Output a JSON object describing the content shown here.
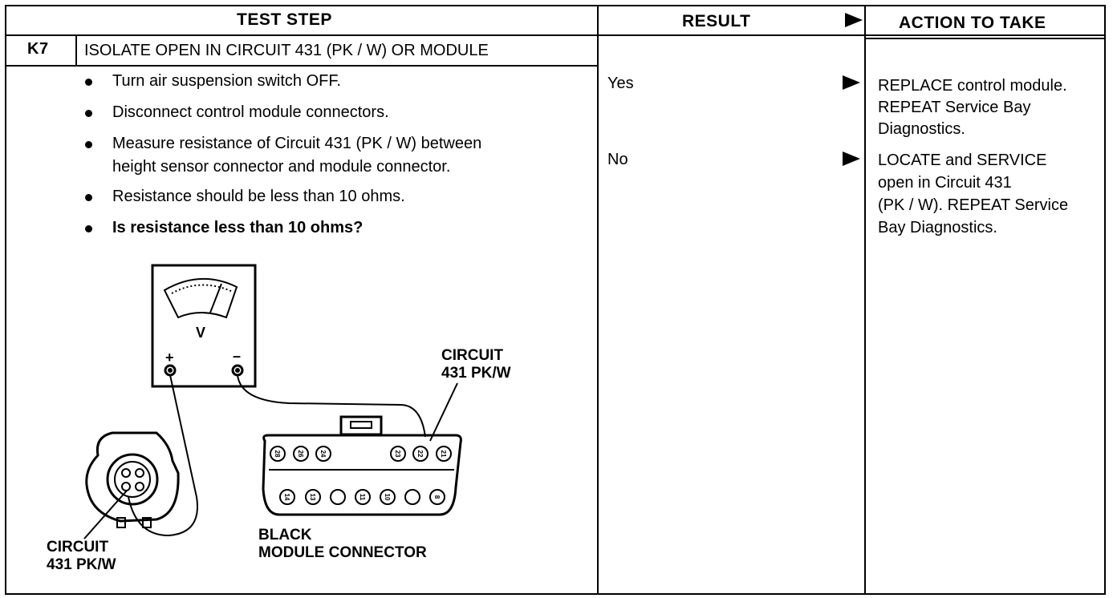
{
  "headers": {
    "test_step": "TEST STEP",
    "result": "RESULT",
    "action": "ACTION TO TAKE"
  },
  "step": {
    "id": "K7",
    "title": "ISOLATE OPEN IN CIRCUIT 431 (PK / W) OR MODULE",
    "bullets": [
      {
        "lines": [
          "Turn air suspension switch OFF."
        ],
        "bold": false
      },
      {
        "lines": [
          "Disconnect control module connectors."
        ],
        "bold": false
      },
      {
        "lines": [
          "Measure resistance of Circuit 431 (PK / W) between",
          "height sensor connector and module connector."
        ],
        "bold": false
      },
      {
        "lines": [
          "Resistance should be less than 10 ohms."
        ],
        "bold": false
      },
      {
        "lines": [
          "Is resistance less than 10 ohms?"
        ],
        "bold": true
      }
    ]
  },
  "results": [
    {
      "result": "Yes",
      "action_lines": [
        "REPLACE control module.",
        "REPEAT Service Bay",
        "Diagnostics."
      ]
    },
    {
      "result": "No",
      "action_lines": [
        "LOCATE and SERVICE",
        "open in Circuit 431",
        "(PK / W). REPEAT Service",
        "Bay Diagnostics."
      ]
    }
  ],
  "diagram": {
    "meter_unit": "V",
    "meter_plus": "+",
    "meter_minus": "–",
    "circuit_label_top": [
      "CIRCUIT",
      "431 PK/W"
    ],
    "circuit_label_left": [
      "CIRCUIT",
      "431 PK/W"
    ],
    "connector_label": [
      "BLACK",
      "MODULE CONNECTOR"
    ],
    "top_pins": [
      "28",
      "26",
      "24",
      "23",
      "22",
      "21"
    ],
    "bottom_pins": [
      "14",
      "13",
      "",
      "11",
      "10",
      "",
      "8"
    ]
  }
}
